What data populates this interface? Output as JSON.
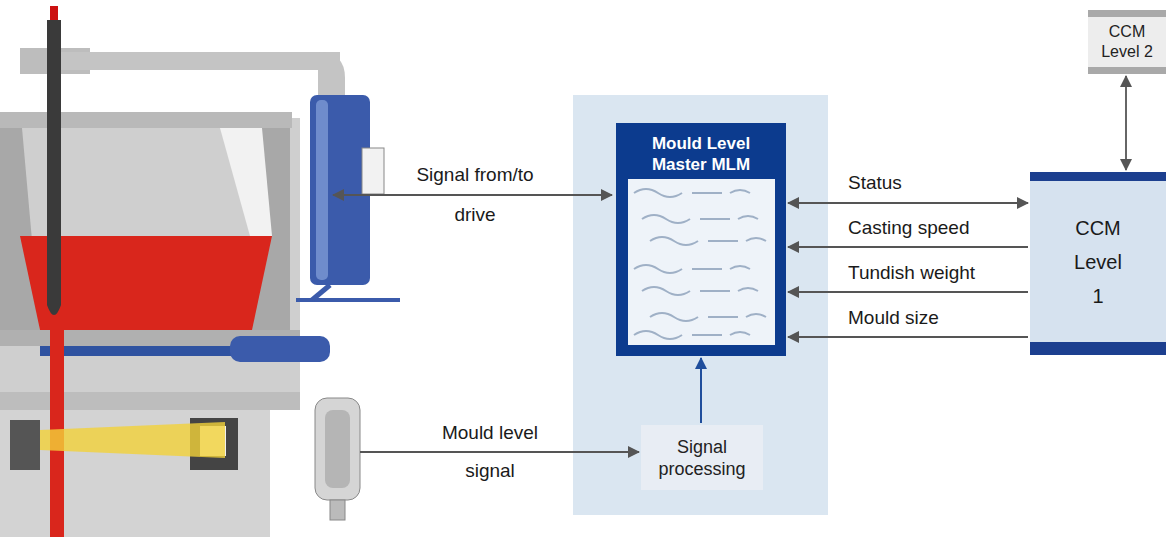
{
  "diagram": {
    "nodes": [
      {
        "text": [
          "Mould Level Master MLM"
        ]
      },
      {
        "text": [
          "CCM Level 2"
        ]
      },
      {
        "text": [
          "CCM Level 1"
        ]
      },
      {
        "text": [
          "Signal processing"
        ]
      }
    ],
    "edges": [
      {
        "from": 0,
        "to": 2,
        "arrow": "both",
        "label": "Status"
      },
      {
        "from": 2,
        "to": 0,
        "arrow": "to",
        "label": "Casting speed"
      },
      {
        "from": 2,
        "to": 0,
        "arrow": "to",
        "label": "Tundish weight"
      },
      {
        "from": 2,
        "to": 0,
        "arrow": "to",
        "label": "Mould size"
      },
      {
        "from": 3,
        "to": 0,
        "arrow": "to"
      },
      {
        "from": 1,
        "to": 2,
        "arrow": "both"
      }
    ],
    "labels": [
      "Signal from/to drive",
      "Mould level signal"
    ]
  }
}
